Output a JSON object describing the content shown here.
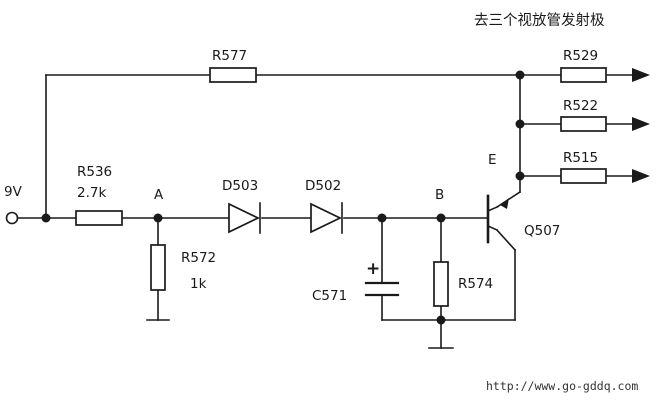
{
  "caption": "去三个视放管发射极",
  "watermark": "http://www.go-gddq.com",
  "input": {
    "label": "9V"
  },
  "nodes": {
    "a": "A",
    "b": "B",
    "e": "E"
  },
  "components": {
    "r577": "R577",
    "r536": {
      "ref": "R536",
      "value": "2.7k"
    },
    "r572": {
      "ref": "R572",
      "value": "1k"
    },
    "d503": "D503",
    "d502": "D502",
    "c571": {
      "ref": "C571",
      "polarity": "+"
    },
    "r574": "R574",
    "q507": "Q507",
    "r529": "R529",
    "r522": "R522",
    "r515": "R515"
  }
}
